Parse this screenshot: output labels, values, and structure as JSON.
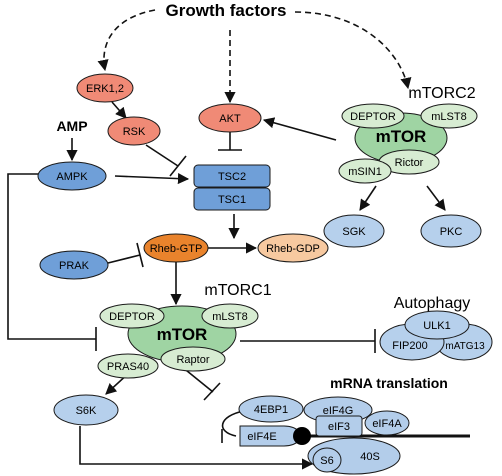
{
  "colors": {
    "red": "#f08a76",
    "blue": "#6f9fd8",
    "lightblue": "#b6d0ec",
    "orange": "#e9832c",
    "peach": "#f7c9a0",
    "green": "#9fd4a3",
    "lightgreen": "#d7ecd2",
    "ribosome": "#b3cdea"
  },
  "labels": {
    "growth_factors": "Growth factors",
    "erk": "ERK1,2",
    "rsk": "RSK",
    "akt": "AKT",
    "amp": "AMP",
    "ampk": "AMPK",
    "tsc2": "TSC2",
    "tsc1": "TSC1",
    "prak": "PRAK",
    "rheb_gtp": "Rheb-GTP",
    "rheb_gdp": "Rheb-GDP",
    "mtorc2": "mTORC2",
    "mtorc1": "mTORC1",
    "c2_deptor": "DEPTOR",
    "c2_mlst8": "mLST8",
    "c2_mtor": "mTOR",
    "c2_msin1": "mSIN1",
    "c2_rictor": "Rictor",
    "sgk": "SGK",
    "pkc": "PKC",
    "c1_deptor": "DEPTOR",
    "c1_mlst8": "mLST8",
    "c1_mtor": "mTOR",
    "c1_raptor": "Raptor",
    "c1_pras40": "PRAS40",
    "autophagy": "Autophagy",
    "ulk1": "ULK1",
    "fip200": "FIP200",
    "matg13": "mATG13",
    "mrna_translation": "mRNA translation",
    "s6k": "S6K",
    "ebp1": "4EBP1",
    "eif4g": "eIF4G",
    "eif4e": "eIF4E",
    "eif3": "eIF3",
    "eif4a": "eIF4A",
    "s6": "S6",
    "s40": "40S"
  }
}
